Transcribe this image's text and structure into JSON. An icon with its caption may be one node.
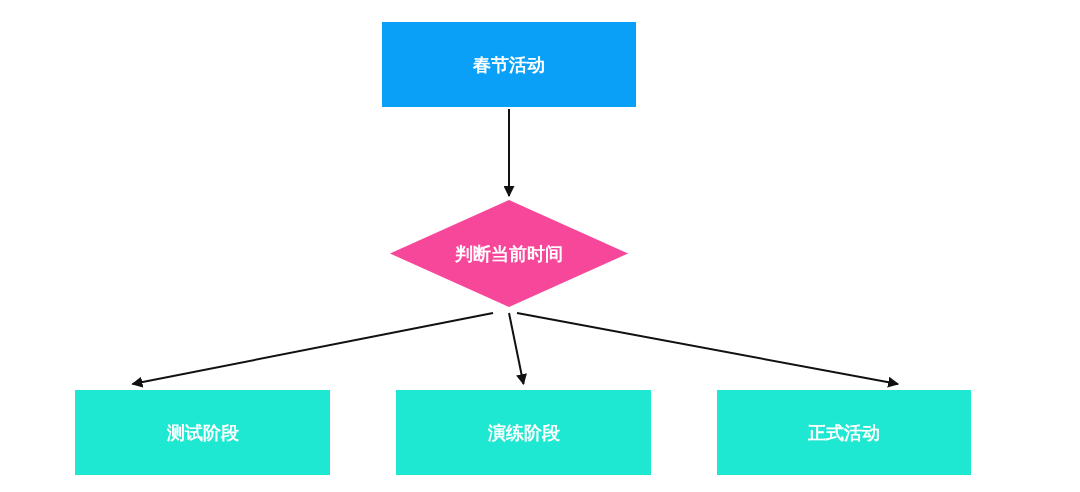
{
  "diagram": {
    "nodes": [
      {
        "text": [
          "春节活动"
        ]
      },
      {
        "text": [
          "判断当前时间"
        ]
      },
      {
        "text": [
          "测试阶段"
        ]
      },
      {
        "text": [
          "演练阶段"
        ]
      },
      {
        "text": [
          "正式活动"
        ]
      }
    ],
    "edges": [
      {
        "from": 0,
        "to": 1,
        "arrow": "to"
      },
      {
        "from": 1,
        "to": 2,
        "arrow": "to"
      },
      {
        "from": 1,
        "to": 3,
        "arrow": "to"
      },
      {
        "from": 1,
        "to": 4,
        "arrow": "to"
      }
    ]
  }
}
